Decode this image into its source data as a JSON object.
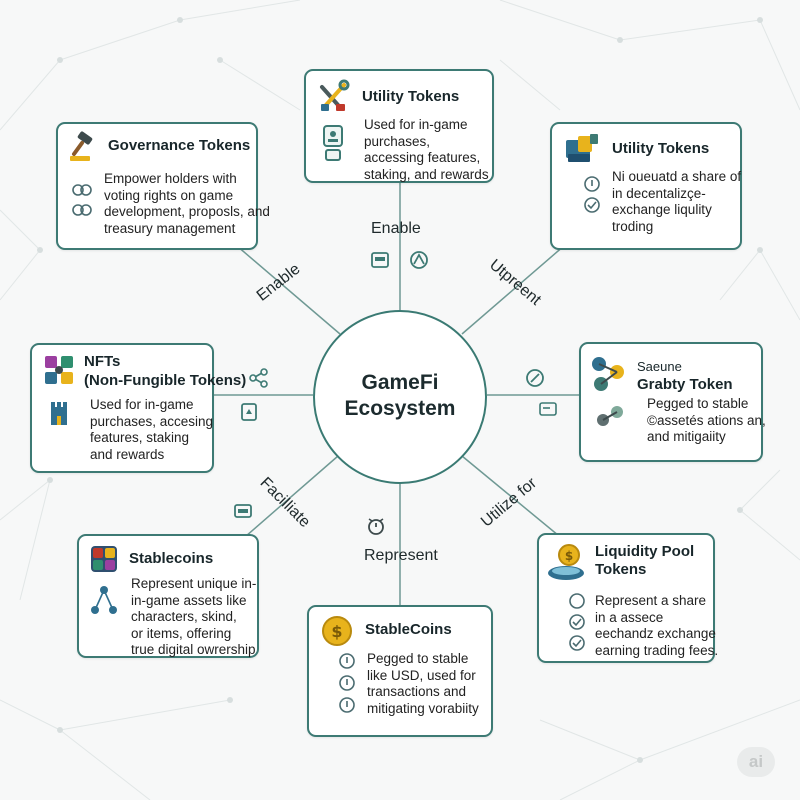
{
  "center": {
    "line1": "GameFi",
    "line2": "Ecosystem"
  },
  "cards": {
    "utility_top": {
      "title": "Utility Tokens",
      "lines": [
        "Used for in-game",
        "purchases,",
        "accessing features,",
        "staking, and rewards"
      ]
    },
    "governance": {
      "title": "Governance Tokens",
      "lines": [
        "Empower holders with",
        "voting rights on game",
        "development, proposls, and",
        "treasury management"
      ]
    },
    "utility_right": {
      "title": "Utility Tokens",
      "lines": [
        "Ni oueuatd a share of",
        "in decentalizçe-",
        "exchange liqulity",
        "troding"
      ]
    },
    "nfts": {
      "title_line1": "NFTs",
      "title_line2": "(Non-Fungible Tokens)",
      "lines": [
        "Used for in-game",
        "purchases, accesing",
        "features, staking",
        "and rewards"
      ]
    },
    "stable_right": {
      "title_line1": "Saeune",
      "title_line2": "Grabty Token",
      "lines": [
        "Pegged to stable",
        "©assetés ations an,",
        "and mitigaiity"
      ]
    },
    "stablecoins_left": {
      "title": "Stablecoins",
      "lines": [
        "Represent unique in-",
        "in-game assets like",
        "characters, skind,",
        "or items, offering",
        "true digital owrership"
      ]
    },
    "stablecoins_bottom": {
      "title": "StableCoins",
      "lines": [
        "Pegged to stable",
        "like USD, used for",
        "transactions and",
        "mitigating vorabiity"
      ]
    },
    "liquidity": {
      "title_line1": "Liquidity Pool",
      "title_line2": "Tokens",
      "lines": [
        "Represent a share",
        "in a assece",
        "eechandz exchange",
        "earning trading fees."
      ]
    }
  },
  "edge_labels": {
    "top": "Enable",
    "top_left": "Enable",
    "top_right": "Utpreent",
    "bottom_left": "Facilliate",
    "bottom": "Represent",
    "bottom_right": "Utilize for"
  },
  "watermark": "ai",
  "colors": {
    "accent": "#3d7a74",
    "line": "#5f8f8a",
    "gold": "#e8b31c",
    "bg": "#f7f8f8"
  }
}
